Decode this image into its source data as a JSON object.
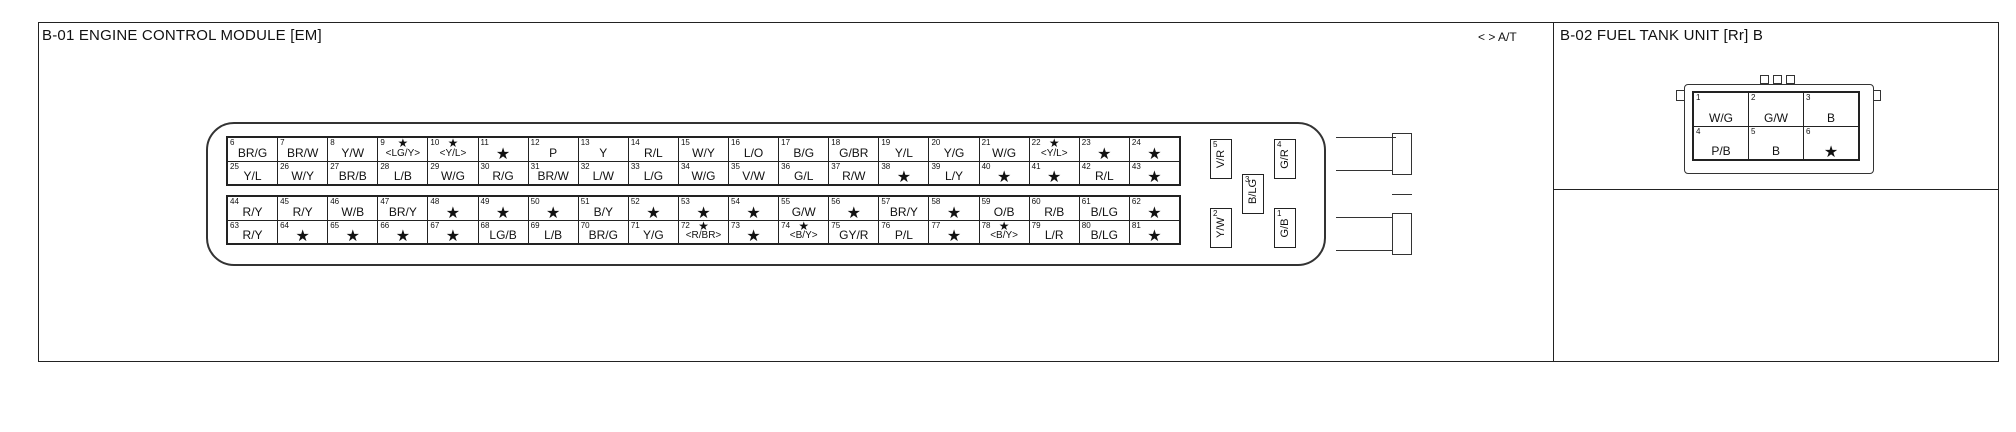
{
  "left_panel": {
    "title": "B-01 ENGINE CONTROL MODULE [EM]",
    "nav": "<  >  A/T",
    "row1": [
      {
        "n": "6",
        "l": "BR/G"
      },
      {
        "n": "7",
        "l": "BR/W"
      },
      {
        "n": "8",
        "l": "Y/W"
      },
      {
        "n": "9",
        "l": "<LG/Y>",
        "s": true
      },
      {
        "n": "10",
        "l": "<Y/L>",
        "s": true
      },
      {
        "n": "11",
        "l": "★"
      },
      {
        "n": "12",
        "l": "P"
      },
      {
        "n": "13",
        "l": "Y"
      },
      {
        "n": "14",
        "l": "R/L"
      },
      {
        "n": "15",
        "l": "W/Y"
      },
      {
        "n": "16",
        "l": "L/O"
      },
      {
        "n": "17",
        "l": "B/G"
      },
      {
        "n": "18",
        "l": "G/BR"
      },
      {
        "n": "19",
        "l": "Y/L"
      },
      {
        "n": "20",
        "l": "Y/G"
      },
      {
        "n": "21",
        "l": "W/G"
      },
      {
        "n": "22",
        "l": "<Y/L>",
        "s": true
      },
      {
        "n": "23",
        "l": "★"
      },
      {
        "n": "24",
        "l": "★"
      }
    ],
    "row2": [
      {
        "n": "25",
        "l": "Y/L"
      },
      {
        "n": "26",
        "l": "W/Y"
      },
      {
        "n": "27",
        "l": "BR/B"
      },
      {
        "n": "28",
        "l": "L/B"
      },
      {
        "n": "29",
        "l": "W/G"
      },
      {
        "n": "30",
        "l": "R/G"
      },
      {
        "n": "31",
        "l": "BR/W"
      },
      {
        "n": "32",
        "l": "L/W"
      },
      {
        "n": "33",
        "l": "L/G"
      },
      {
        "n": "34",
        "l": "W/G"
      },
      {
        "n": "35",
        "l": "V/W"
      },
      {
        "n": "36",
        "l": "G/L"
      },
      {
        "n": "37",
        "l": "R/W"
      },
      {
        "n": "38",
        "l": "★"
      },
      {
        "n": "39",
        "l": "L/Y"
      },
      {
        "n": "40",
        "l": "★"
      },
      {
        "n": "41",
        "l": "★"
      },
      {
        "n": "42",
        "l": "R/L"
      },
      {
        "n": "43",
        "l": "★"
      }
    ],
    "row3": [
      {
        "n": "44",
        "l": "R/Y"
      },
      {
        "n": "45",
        "l": "R/Y"
      },
      {
        "n": "46",
        "l": "W/B"
      },
      {
        "n": "47",
        "l": "BR/Y"
      },
      {
        "n": "48",
        "l": "★"
      },
      {
        "n": "49",
        "l": "★"
      },
      {
        "n": "50",
        "l": "★"
      },
      {
        "n": "51",
        "l": "B/Y"
      },
      {
        "n": "52",
        "l": "★"
      },
      {
        "n": "53",
        "l": "★"
      },
      {
        "n": "54",
        "l": "★"
      },
      {
        "n": "55",
        "l": "G/W"
      },
      {
        "n": "56",
        "l": "★"
      },
      {
        "n": "57",
        "l": "BR/Y"
      },
      {
        "n": "58",
        "l": "★"
      },
      {
        "n": "59",
        "l": "O/B"
      },
      {
        "n": "60",
        "l": "R/B"
      },
      {
        "n": "61",
        "l": "B/LG"
      },
      {
        "n": "62",
        "l": "★"
      }
    ],
    "row4": [
      {
        "n": "63",
        "l": "R/Y"
      },
      {
        "n": "64",
        "l": "★"
      },
      {
        "n": "65",
        "l": "★"
      },
      {
        "n": "66",
        "l": "★"
      },
      {
        "n": "67",
        "l": "★"
      },
      {
        "n": "68",
        "l": "LG/B"
      },
      {
        "n": "69",
        "l": "L/B"
      },
      {
        "n": "70",
        "l": "BR/G"
      },
      {
        "n": "71",
        "l": "Y/G"
      },
      {
        "n": "72",
        "l": "<R/BR>",
        "s": true
      },
      {
        "n": "73",
        "l": "★"
      },
      {
        "n": "74",
        "l": "<B/Y>",
        "s": true
      },
      {
        "n": "75",
        "l": "GY/R"
      },
      {
        "n": "76",
        "l": "P/L"
      },
      {
        "n": "77",
        "l": "★"
      },
      {
        "n": "78",
        "l": "<B/Y>",
        "s": true
      },
      {
        "n": "79",
        "l": "L/R"
      },
      {
        "n": "80",
        "l": "B/LG"
      },
      {
        "n": "81",
        "l": "★"
      }
    ],
    "side_pins": [
      {
        "n": "5",
        "l": "V/R"
      },
      {
        "n": "4",
        "l": "G/R"
      },
      {
        "n": "3",
        "l": "B/LG"
      },
      {
        "n": "2",
        "l": "Y/W"
      },
      {
        "n": "1",
        "l": "G/B"
      }
    ]
  },
  "right_panel": {
    "title": "B-02 FUEL TANK UNIT [Rr] B",
    "pins": [
      {
        "n": "1",
        "l": "W/G"
      },
      {
        "n": "2",
        "l": "G/W"
      },
      {
        "n": "3",
        "l": "B"
      },
      {
        "n": "4",
        "l": "P/B"
      },
      {
        "n": "5",
        "l": "B"
      },
      {
        "n": "6",
        "l": "★"
      }
    ]
  }
}
